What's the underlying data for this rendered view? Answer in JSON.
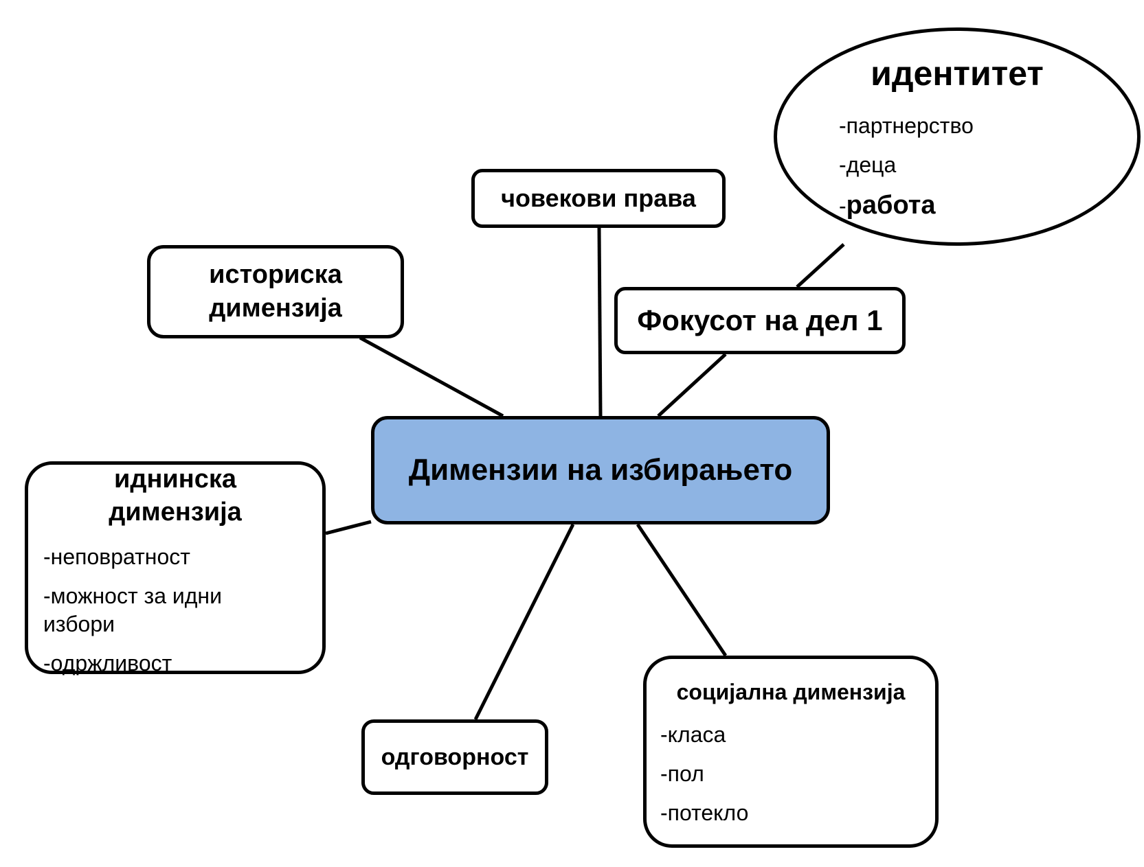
{
  "center": {
    "label": "Димензии на избирањето"
  },
  "human_rights": {
    "label": "човекови права"
  },
  "historical": {
    "line1": "историска",
    "line2": "димензија"
  },
  "focus": {
    "label": "Фокусот на дел 1"
  },
  "identity": {
    "title": "идентитет",
    "items": [
      "-партнерство",
      "-деца"
    ],
    "work_dash": "-",
    "work_word": "работа"
  },
  "future": {
    "line1": "иднинска",
    "line2": "димензија",
    "items": [
      "-неповратност",
      "-можност за идни",
      "избори",
      "-одржливост"
    ]
  },
  "responsibility": {
    "label": "одговорност"
  },
  "social": {
    "title": "социјална димензија",
    "items": [
      "-класа",
      "-пол",
      "-потекло"
    ]
  }
}
